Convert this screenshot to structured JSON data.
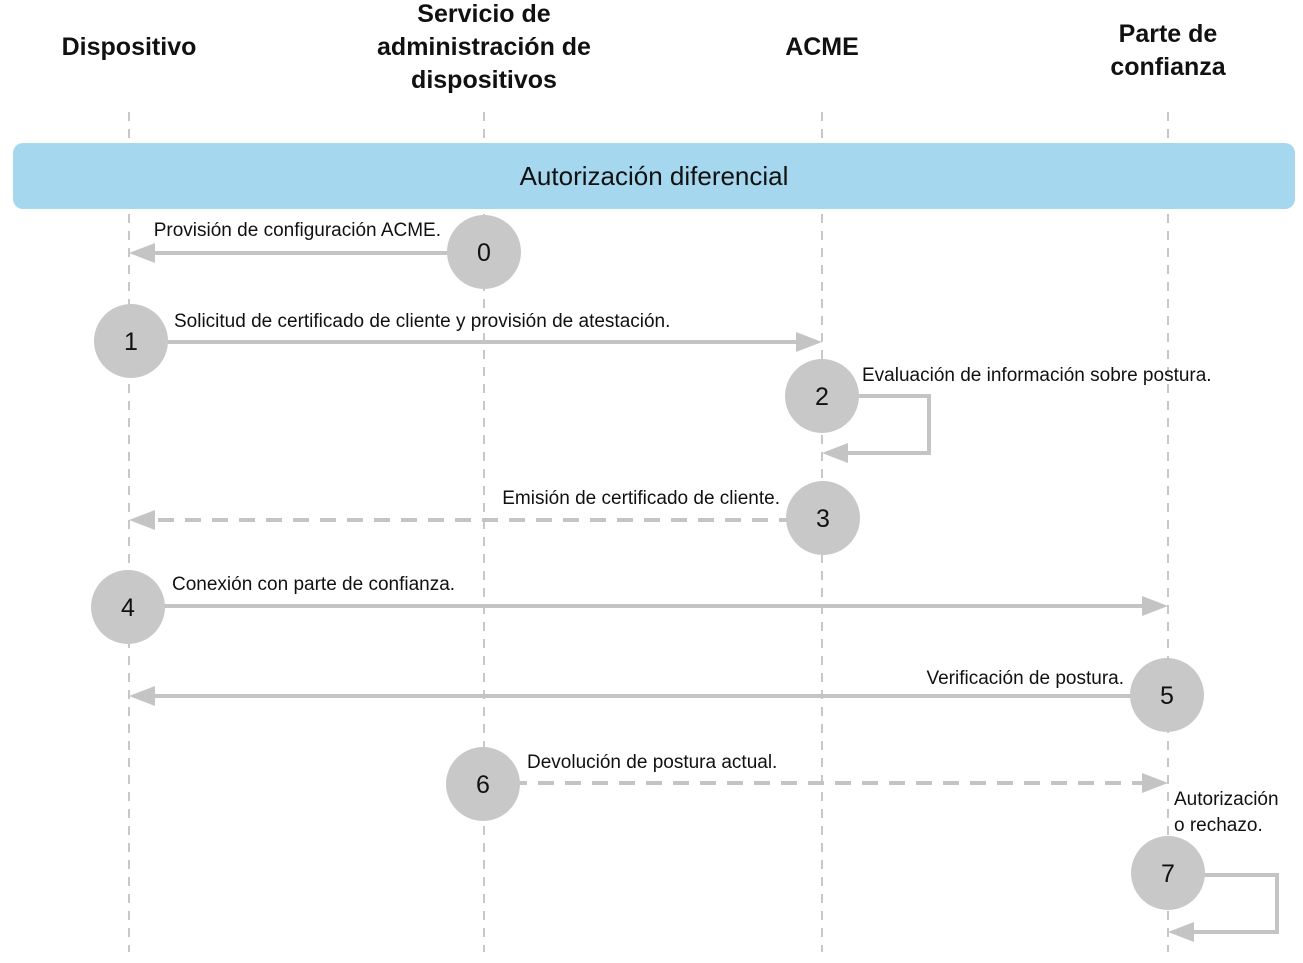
{
  "actors": [
    {
      "id": "device",
      "label": "Dispositivo"
    },
    {
      "id": "mdm",
      "label": "Servicio de\nadministración de\ndispositivos"
    },
    {
      "id": "acme",
      "label": "ACME"
    },
    {
      "id": "relying_party",
      "label": "Parte de\nconfianza"
    }
  ],
  "phase_banner": "Autorización diferencial",
  "steps": [
    {
      "number": "0",
      "label": "Provisión de configuración ACME.",
      "from": "mdm",
      "to": "device",
      "style": "solid"
    },
    {
      "number": "1",
      "label": "Solicitud de certificado de cliente y provisión de atestación.",
      "from": "device",
      "to": "acme",
      "style": "solid"
    },
    {
      "number": "2",
      "label": "Evaluación de información sobre postura.",
      "from": "acme",
      "to": "acme",
      "style": "solid"
    },
    {
      "number": "3",
      "label": "Emisión de certificado de cliente.",
      "from": "acme",
      "to": "device",
      "style": "dashed"
    },
    {
      "number": "4",
      "label": "Conexión con parte de confianza.",
      "from": "device",
      "to": "relying_party",
      "style": "solid"
    },
    {
      "number": "5",
      "label": "Verificación de postura.",
      "from": "relying_party",
      "to": "device",
      "style": "solid"
    },
    {
      "number": "6",
      "label": "Devolución de postura actual.",
      "from": "mdm",
      "to": "relying_party",
      "style": "dashed"
    },
    {
      "number": "7",
      "label": "Autorización\no rechazo.",
      "from": "relying_party",
      "to": "relying_party",
      "style": "solid"
    }
  ],
  "colors": {
    "banner": "#a5d8ef",
    "circle": "#c8c8c8",
    "arrow": "#c4c4c4",
    "lifeline": "#b5b5b5"
  }
}
